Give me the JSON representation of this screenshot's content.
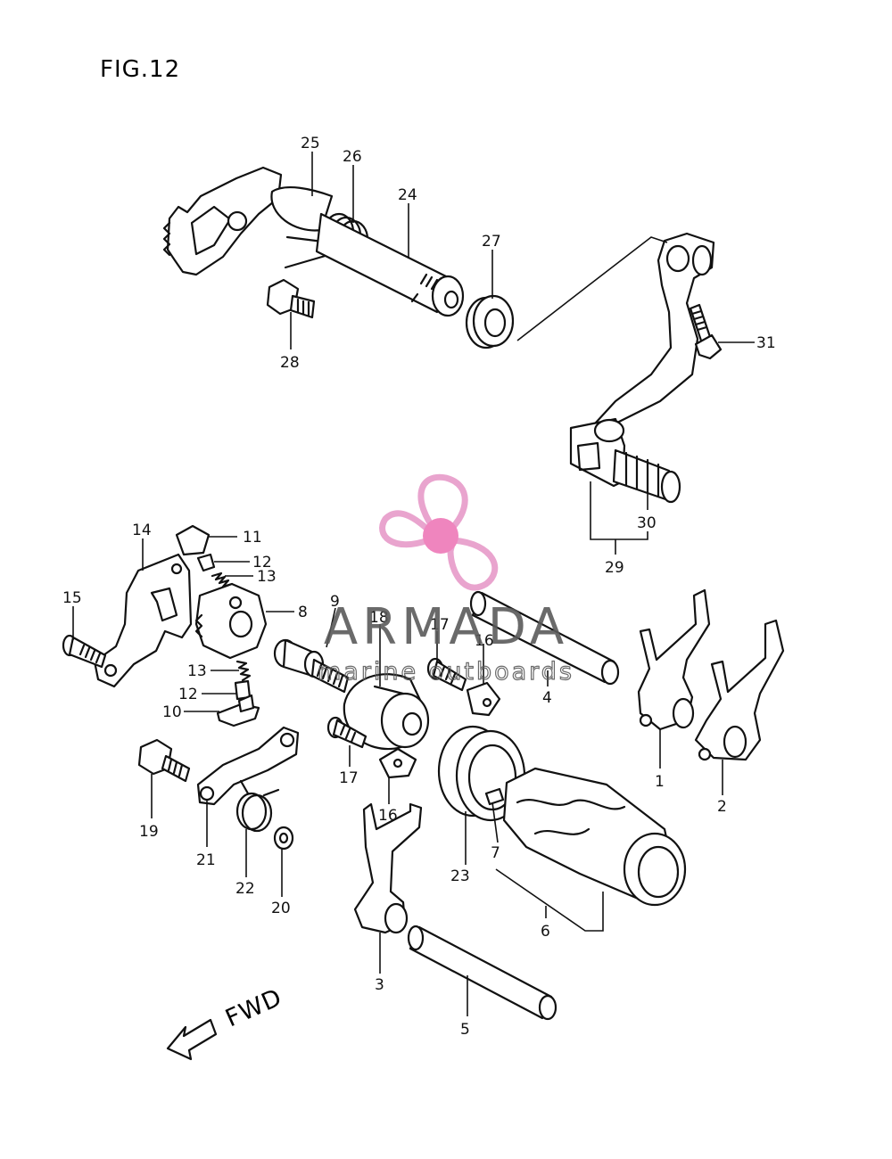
{
  "figure": {
    "title": "FIG.12"
  },
  "direction": {
    "text": "FWD"
  },
  "watermark": {
    "brand": "ARMADA",
    "tagline": "marine outboards",
    "color_brand": "#5a5a5a",
    "color_logo": "#e79bc9",
    "color_logo_center": "#ee78b8"
  },
  "callouts": [
    {
      "id": "c25",
      "text": "25"
    },
    {
      "id": "c26",
      "text": "26"
    },
    {
      "id": "c24",
      "text": "24"
    },
    {
      "id": "c27",
      "text": "27"
    },
    {
      "id": "c28",
      "text": "28"
    },
    {
      "id": "c31",
      "text": "31"
    },
    {
      "id": "c30",
      "text": "30"
    },
    {
      "id": "c29",
      "text": "29"
    },
    {
      "id": "c14",
      "text": "14"
    },
    {
      "id": "c11",
      "text": "11"
    },
    {
      "id": "c12a",
      "text": "12"
    },
    {
      "id": "c13a",
      "text": "13"
    },
    {
      "id": "c8",
      "text": "8"
    },
    {
      "id": "c15",
      "text": "15"
    },
    {
      "id": "c9",
      "text": "9"
    },
    {
      "id": "c18",
      "text": "18"
    },
    {
      "id": "c17a",
      "text": "17"
    },
    {
      "id": "c16a",
      "text": "16"
    },
    {
      "id": "c4",
      "text": "4"
    },
    {
      "id": "c13b",
      "text": "13"
    },
    {
      "id": "c12b",
      "text": "12"
    },
    {
      "id": "c10",
      "text": "10"
    },
    {
      "id": "c1",
      "text": "1"
    },
    {
      "id": "c2",
      "text": "2"
    },
    {
      "id": "c17b",
      "text": "17"
    },
    {
      "id": "c16b",
      "text": "16"
    },
    {
      "id": "c19",
      "text": "19"
    },
    {
      "id": "c21",
      "text": "21"
    },
    {
      "id": "c22",
      "text": "22"
    },
    {
      "id": "c20",
      "text": "20"
    },
    {
      "id": "c23",
      "text": "23"
    },
    {
      "id": "c7",
      "text": "7"
    },
    {
      "id": "c6",
      "text": "6"
    },
    {
      "id": "c3",
      "text": "3"
    },
    {
      "id": "c5",
      "text": "5"
    }
  ]
}
